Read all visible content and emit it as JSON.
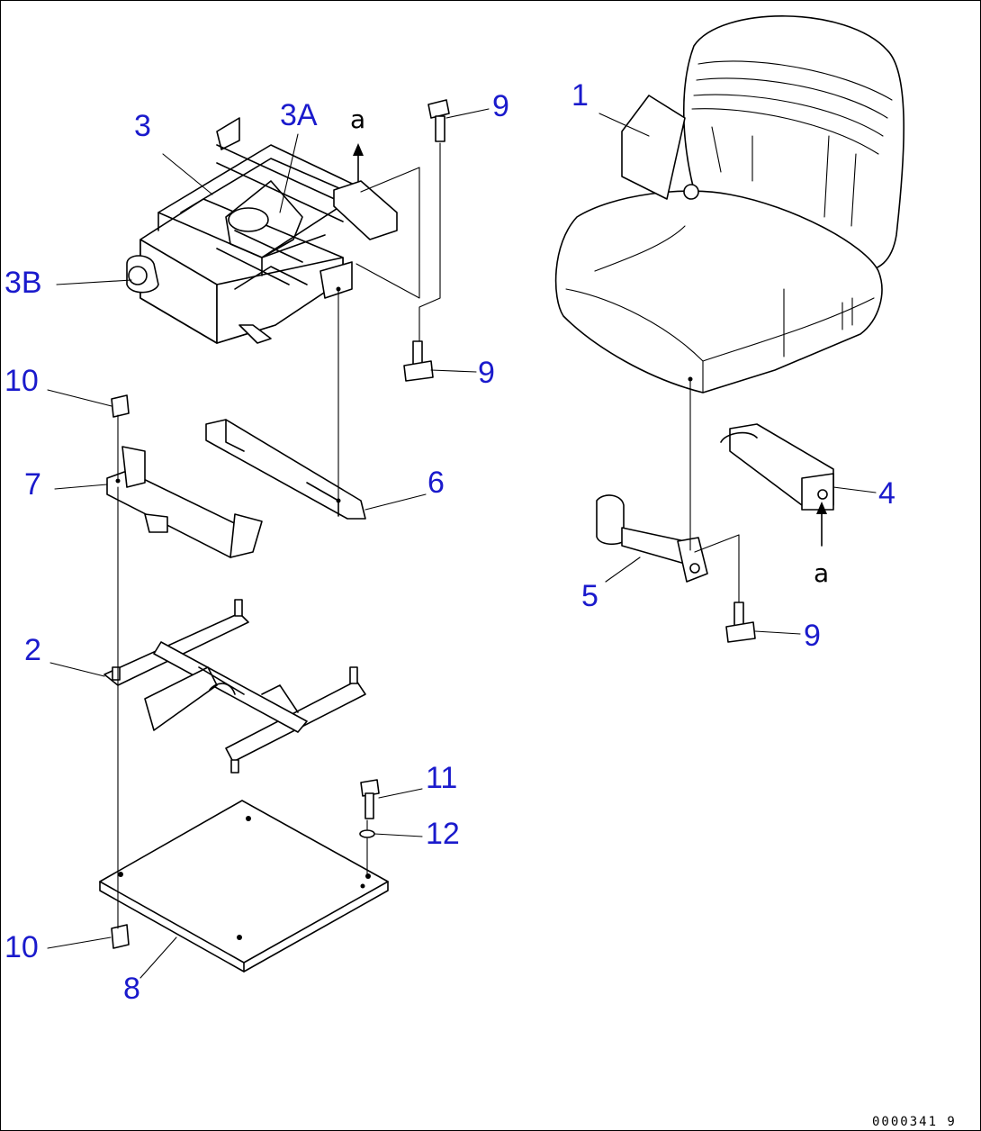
{
  "diagram": {
    "callouts": {
      "seat": "1",
      "slide_rail": "2",
      "suspension": "3",
      "suspension_3a": "3A",
      "suspension_3b": "3B",
      "bracket_4": "4",
      "bracket_5": "5",
      "bracket_6": "6",
      "bracket_7": "7",
      "plate": "8",
      "bolt_9_top": "9",
      "bolt_9_mid": "9",
      "bolt_9_right": "9",
      "nut_10_top": "10",
      "nut_10_bottom": "10",
      "bolt_11": "11",
      "washer_12": "12"
    },
    "reference_marks": {
      "a_top": "a",
      "a_right": "a"
    },
    "drawing_code": "0000341 9",
    "colors": {
      "callout": "#1a1acc",
      "line": "#000000",
      "background": "#ffffff"
    }
  }
}
